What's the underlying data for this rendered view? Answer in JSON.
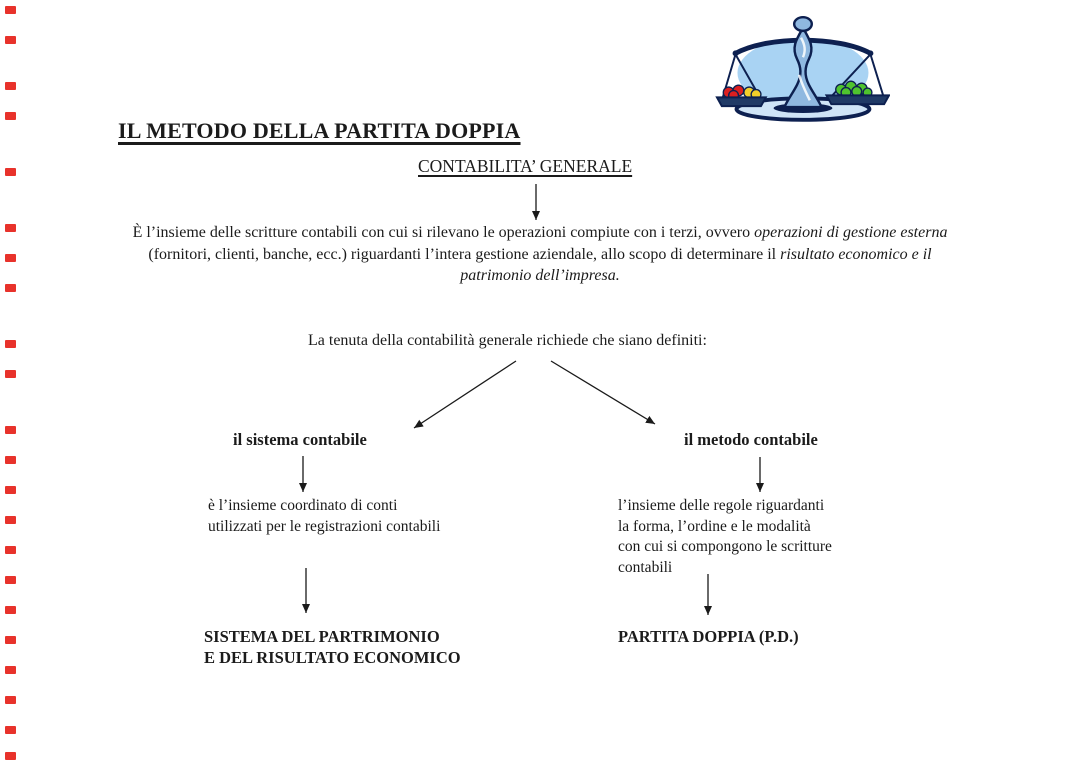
{
  "page": {
    "background": "#ffffff",
    "text_color": "#1b1b1b"
  },
  "edge_marks": {
    "color": "#e8322b",
    "y_positions": [
      6,
      36,
      82,
      112,
      168,
      224,
      254,
      284,
      340,
      370,
      426,
      456,
      486,
      516,
      546,
      576,
      606,
      636,
      666,
      696,
      726,
      752
    ]
  },
  "header": {
    "title": "IL METODO DELLA PARTITA DOPPIA",
    "subtitle": "CONTABILITA’ GENERALE"
  },
  "intro": {
    "line1_regular": "È l’insieme delle scritture contabili con cui si rilevano le operazioni compiute con i terzi, ovvero ",
    "line1_italic": "operazioni di gestione esterna",
    "line2_regular": "(fornitori, clienti, banche, ecc.) riguardanti l’intera gestione aziendale, allo scopo di determinare il ",
    "line2_italic": "risultato economico e il",
    "line3_italic": "patrimonio dell’impresa."
  },
  "diagram": {
    "lead_in": "La tenuta della contabilità generale richiede che siano definiti:",
    "left_branch": {
      "heading": "il sistema contabile",
      "description": "è l’insieme coordinato di conti\nutilizzati per le registrazioni contabili",
      "result": "SISTEMA DEL PARTRIMONIO\nE DEL RISULTATO ECONOMICO"
    },
    "right_branch": {
      "heading": "il metodo contabile",
      "description": "l’insieme delle regole riguardanti\nla forma, l’ordine e le modalità\ncon cui si compongono le scritture\ncontabili",
      "result": "PARTITA DOPPIA (P.D.)"
    }
  },
  "artwork": {
    "balance_scale": {
      "description": "balance-scale-clipart",
      "background_color": "#a9d3f3",
      "outline_color": "#0d2050",
      "metal_color": "#8fb8e0",
      "pan_color": "#203a66",
      "base_color": "#cfe4f7",
      "fruit_red": "#dd1f1f",
      "fruit_yellow": "#f2cf2a",
      "fruit_green": "#4fc42e"
    }
  }
}
